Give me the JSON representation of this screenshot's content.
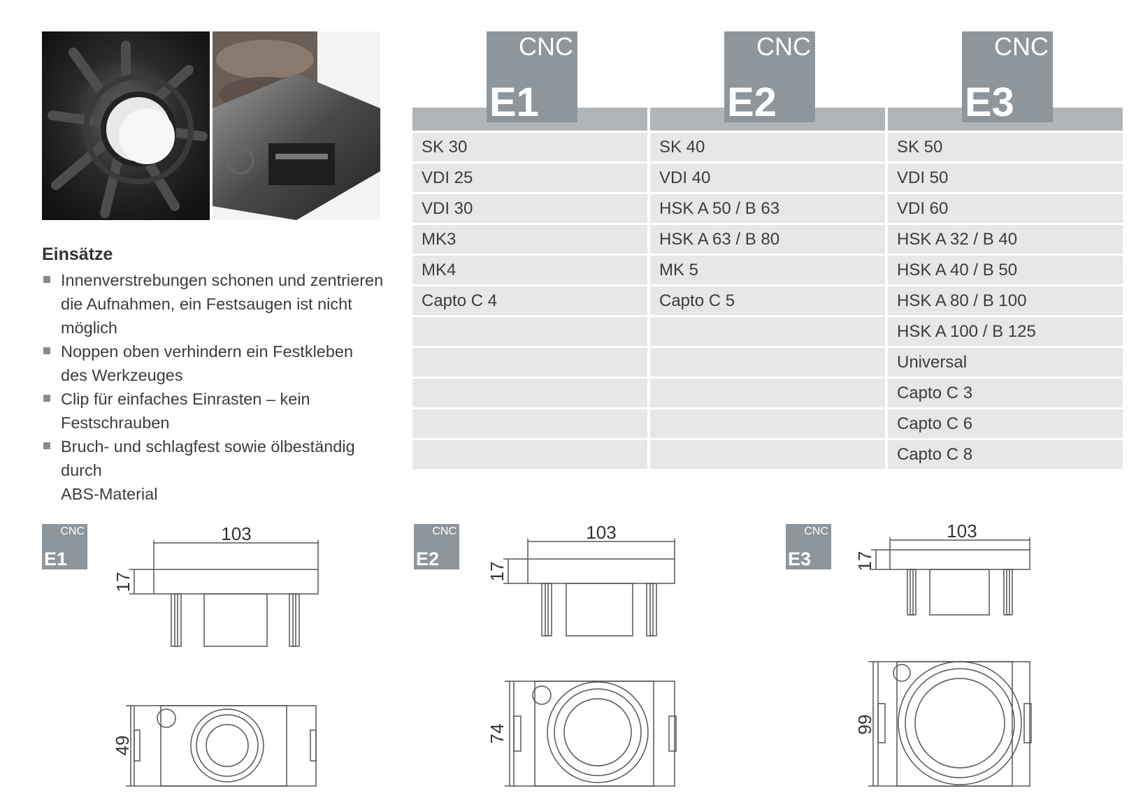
{
  "section": {
    "title": "Einsätze",
    "bullets": [
      [
        "Innenverstrebungen schonen und zentrieren",
        "die Aufnahmen, ein Festsaugen ist nicht möglich"
      ],
      [
        "Noppen oben verhindern ein Festkleben",
        "des Werkzeuges"
      ],
      [
        "Clip für einfaches Einrasten – kein Festschrauben"
      ],
      [
        "Bruch- und schlagfest sowie ölbeständig durch",
        "ABS-Material"
      ]
    ]
  },
  "table": {
    "columns": [
      {
        "badge_top": "CNC",
        "badge_code": "E1",
        "rows": [
          "SK 30",
          "VDI 25",
          "VDI 30",
          "MK3",
          "MK4",
          "Capto C 4",
          "",
          "",
          "",
          "",
          ""
        ]
      },
      {
        "badge_top": "CNC",
        "badge_code": "E2",
        "rows": [
          "SK 40",
          "VDI 40",
          "HSK A 50 / B 63",
          "HSK A 63 / B 80",
          "MK 5",
          "Capto C 5",
          "",
          "",
          "",
          "",
          ""
        ]
      },
      {
        "badge_top": "CNC",
        "badge_code": "E3",
        "rows": [
          "SK 50",
          "VDI 50",
          "VDI 60",
          "HSK A 32 / B 40",
          "HSK A 40 / B 50",
          "HSK A 80 / B 100",
          "HSK A 100 / B 125",
          "Universal",
          "Capto C 3",
          "Capto C 6",
          "Capto C 8"
        ]
      }
    ]
  },
  "drawings": [
    {
      "badge_top": "CNC",
      "badge_code": "E1",
      "width": "103",
      "height": "17",
      "depth": "49"
    },
    {
      "badge_top": "CNC",
      "badge_code": "E2",
      "width": "103",
      "height": "17",
      "depth": "74"
    },
    {
      "badge_top": "CNC",
      "badge_code": "E3",
      "width": "103",
      "height": "17",
      "depth": "99"
    }
  ],
  "colors": {
    "badge": "#8e959b",
    "header_bar": "#b2b5b8",
    "cell": "#e7e7e8",
    "text": "#3c3c3c"
  }
}
